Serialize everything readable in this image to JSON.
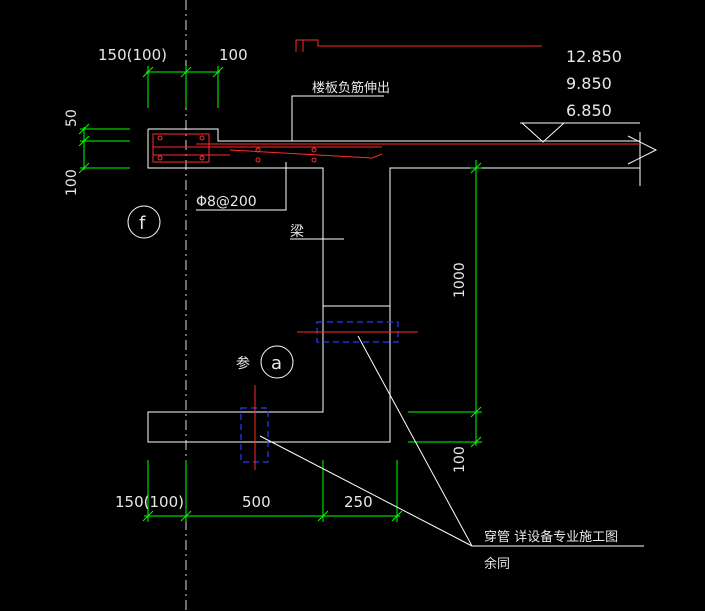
{
  "dimensions": {
    "top_left": "150(100)",
    "top_right": "100",
    "bottom_left": "150(100)",
    "bottom_middle": "500",
    "bottom_right": "250",
    "left_upper": "50",
    "left_lower": "100",
    "right_upper": "1000",
    "right_lower": "100"
  },
  "elevations": [
    "12.850",
    "9.850",
    "6.850"
  ],
  "labels": {
    "slab_rebar": "楼板负筋伸出",
    "stirrup": "Φ8@200",
    "beam": "梁",
    "ref": "参",
    "pipe_line1": "穿管 详设备专业施工图",
    "pipe_line2": "余同"
  },
  "axis_marks": {
    "axis_f": "f",
    "detail_a": "a"
  },
  "colors": {
    "background": "#000000",
    "dimension": "#00ff00",
    "outline": "#ffffff",
    "rebar": "#ff2a2a",
    "sleeve": "#2a3bff"
  }
}
